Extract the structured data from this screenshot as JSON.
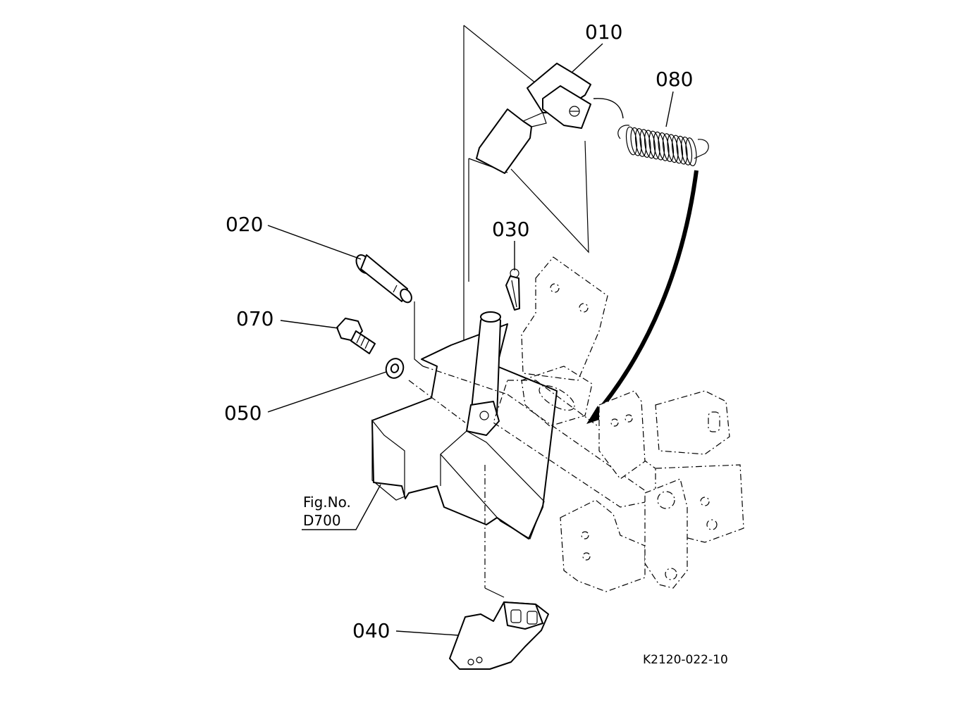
{
  "diagram": {
    "callouts": [
      {
        "id": "010",
        "label": "010"
      },
      {
        "id": "080",
        "label": "080"
      },
      {
        "id": "020",
        "label": "020"
      },
      {
        "id": "030",
        "label": "030"
      },
      {
        "id": "070",
        "label": "070"
      },
      {
        "id": "050",
        "label": "050"
      },
      {
        "id": "040",
        "label": "040"
      }
    ],
    "figure_reference": {
      "line1": "Fig.No.",
      "line2": "D700"
    },
    "drawing_code": "K2120-022-10"
  }
}
